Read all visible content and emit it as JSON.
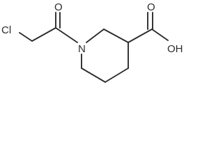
{
  "molecule": {
    "atoms": {
      "chlorine": "Cl",
      "ketone_oxygen": "O",
      "nitrogen": "N",
      "acid_carbonyl_oxygen": "O",
      "hydroxyl": "OH"
    },
    "colors": {
      "ink": "#2b2b2b",
      "background": "#ffffff"
    }
  }
}
